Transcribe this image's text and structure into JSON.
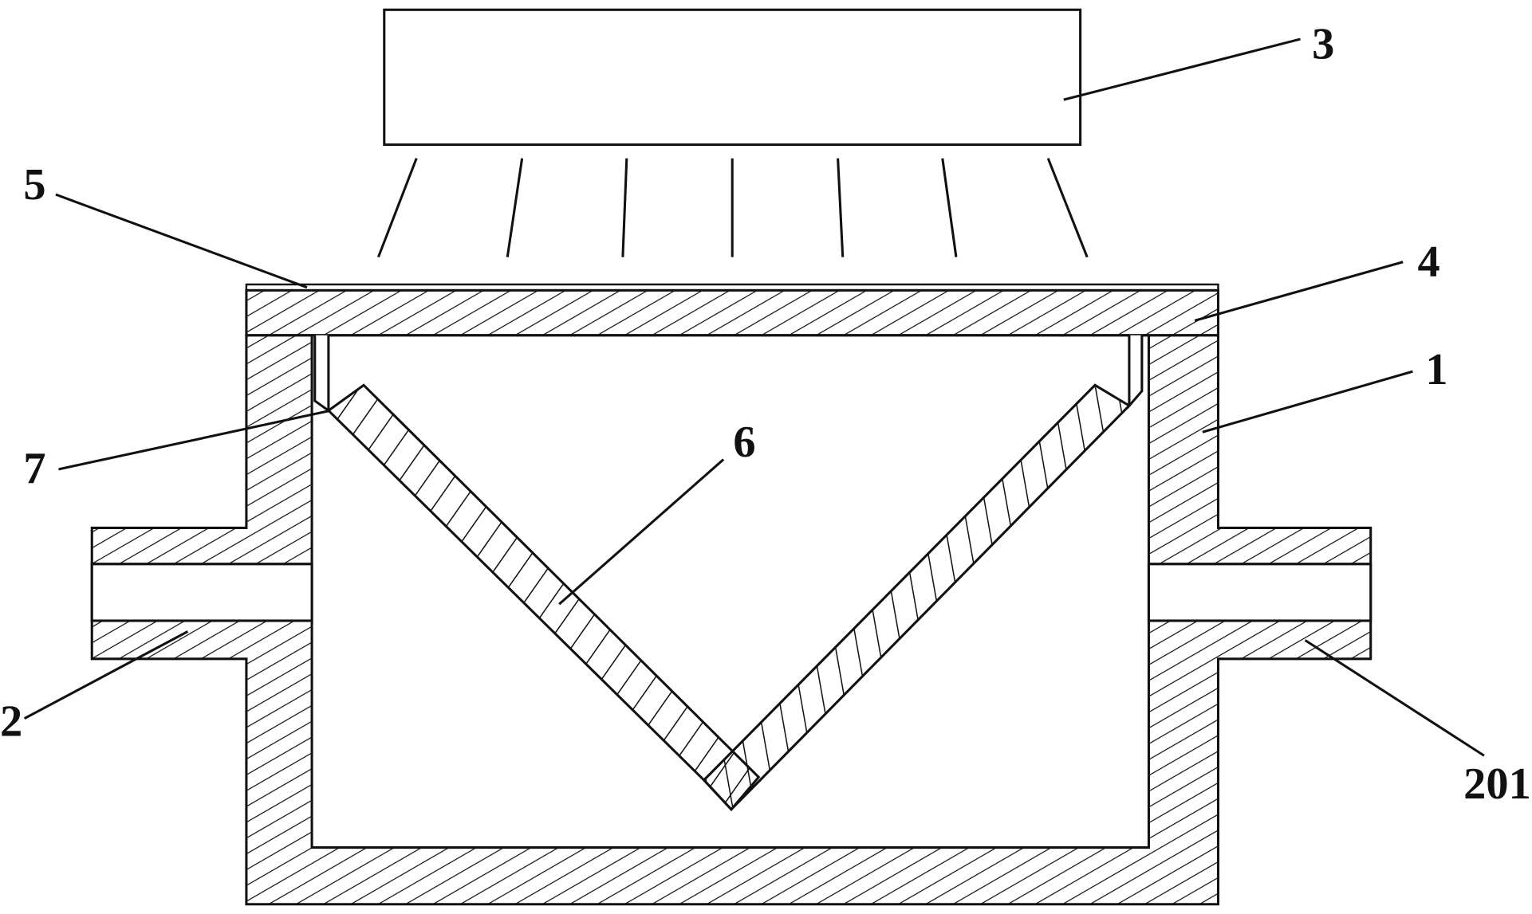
{
  "labels": {
    "light_source": "3",
    "film": "5",
    "cover_plate": "4",
    "housing": "1",
    "support": "7",
    "v_plate": "6",
    "pipe_left": "2",
    "pipe_right": "201"
  },
  "colors": {
    "stroke": "#111111",
    "background": "#ffffff"
  }
}
